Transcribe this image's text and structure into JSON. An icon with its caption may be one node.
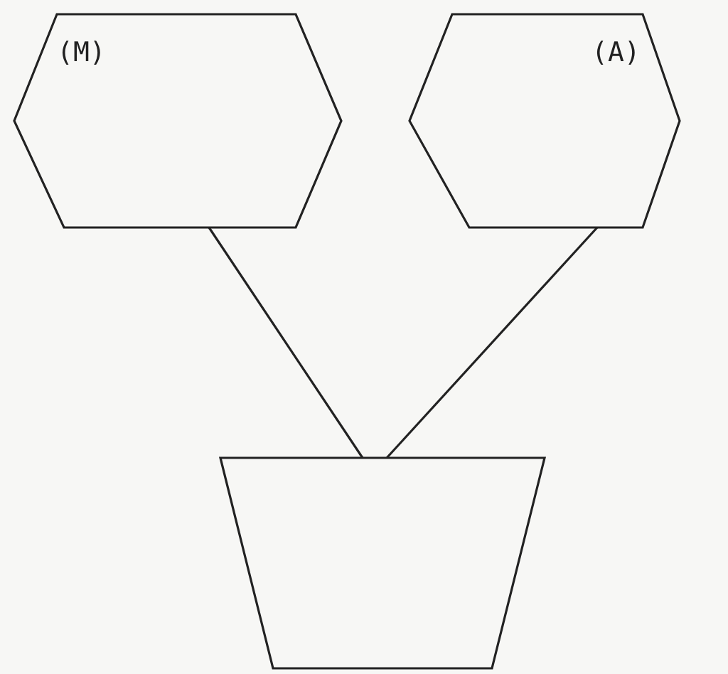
{
  "diagram": {
    "nodes": [
      {
        "text": [
          "(M)"
        ]
      },
      {
        "text": [
          "(A)"
        ]
      },
      {
        "text": [],
        "shape": "trapezoid"
      }
    ],
    "edges": [
      {
        "from": 0,
        "to": 2,
        "arrow": "none"
      },
      {
        "from": 1,
        "to": 2,
        "arrow": "none"
      }
    ]
  }
}
